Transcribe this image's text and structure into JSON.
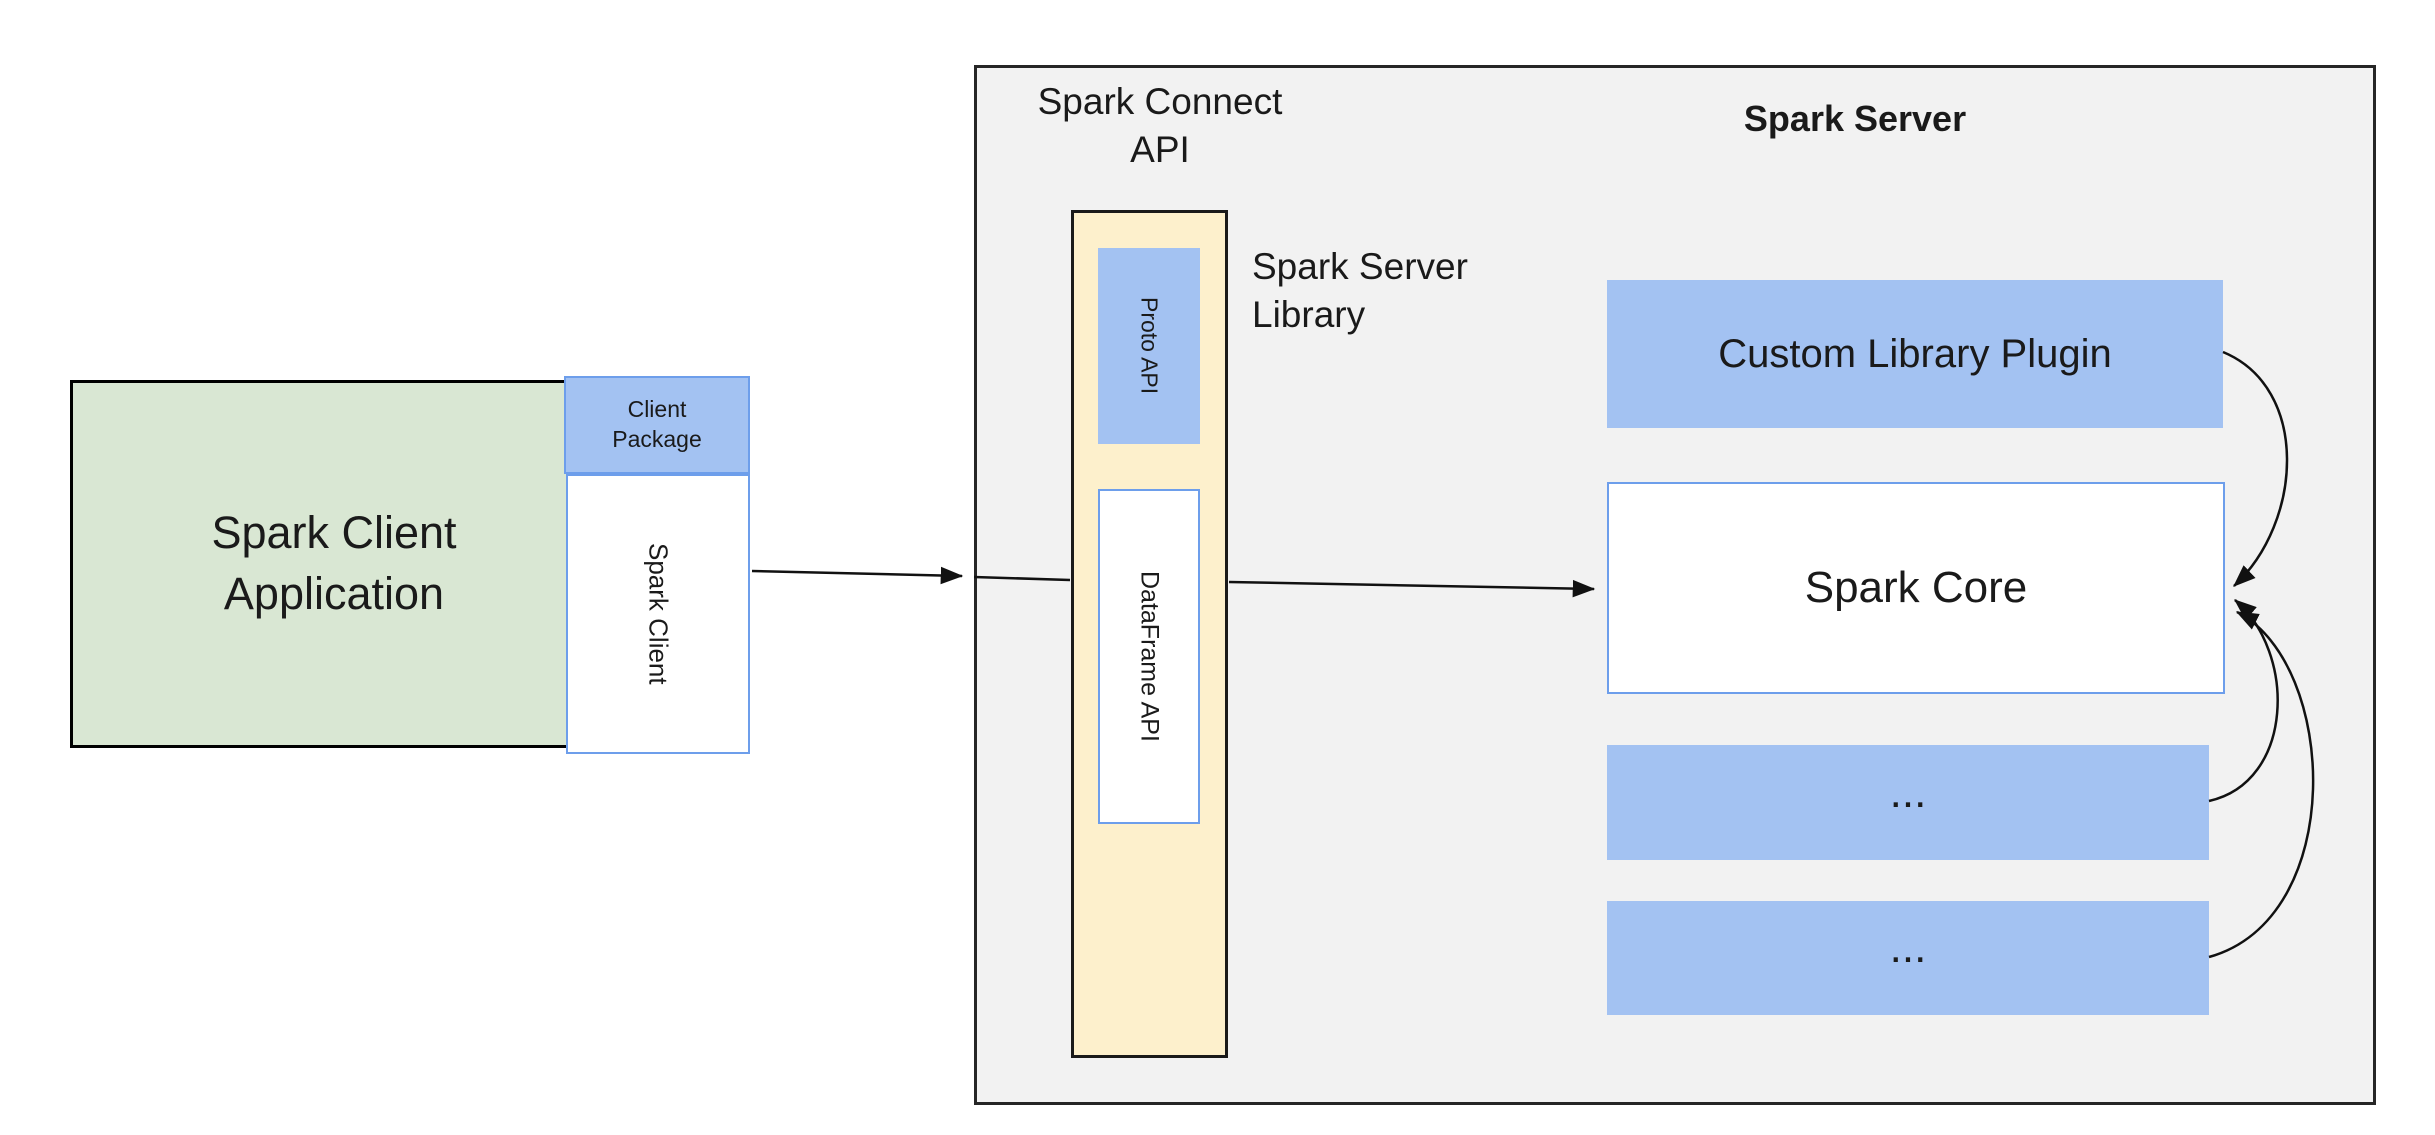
{
  "colors": {
    "background": "#ffffff",
    "green_fill": "#d9e7d3",
    "blue_fill": "#a3c2f2",
    "blue_border": "#6d9eeb",
    "yellow_fill": "#fdf0cc",
    "gray_fill": "#f2f2f2",
    "dark_border": "#111111",
    "text": "#1a1a1a"
  },
  "client": {
    "app_label": "Spark Client\nApplication",
    "package_label": "Client\nPackage",
    "spark_client_label": "Spark Client"
  },
  "connect_api": {
    "label": "Spark Connect\nAPI",
    "proto_label": "Proto API",
    "dataframe_label": "DataFrame API"
  },
  "server": {
    "title": "Spark Server",
    "library_label": "Spark Server\nLibrary",
    "plugin_label": "Custom Library Plugin",
    "core_label": "Spark Core",
    "ellipsis_1": "...",
    "ellipsis_2": "..."
  }
}
